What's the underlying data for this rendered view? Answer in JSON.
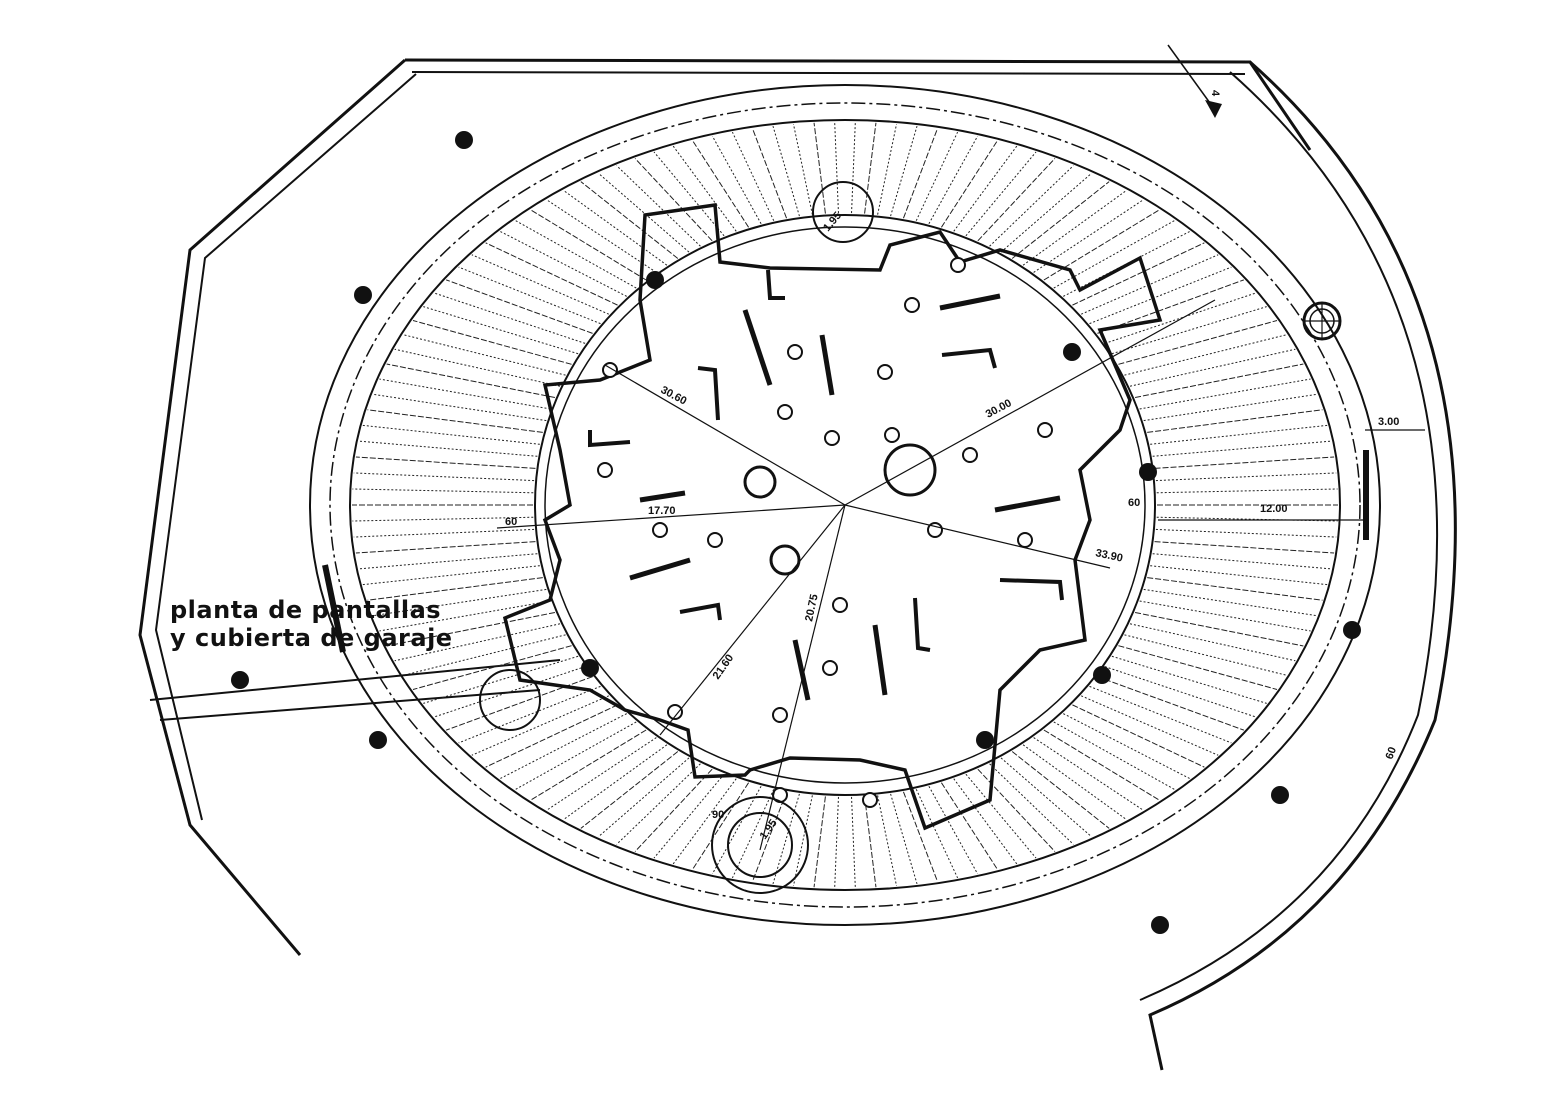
{
  "caption": {
    "line1": "planta de pantallas",
    "line2": "y cubierta de garaje"
  },
  "dimensions": {
    "d_3060": "30.60",
    "d_3000": "30.00",
    "d_1770": "17.70",
    "d_60_left": "60",
    "d_60_right": "60",
    "d_60_edge": "60",
    "d_1200": "12.00",
    "d_300": "3.00",
    "d_3390": "33.90",
    "d_2075": "20.75",
    "d_2160": "21.60",
    "d_195_top": "1.95",
    "d_195_bottom": "1.95",
    "d_90": "90",
    "d_4": "4"
  },
  "colors": {
    "ink": "#111111",
    "paper": "#ffffff"
  }
}
